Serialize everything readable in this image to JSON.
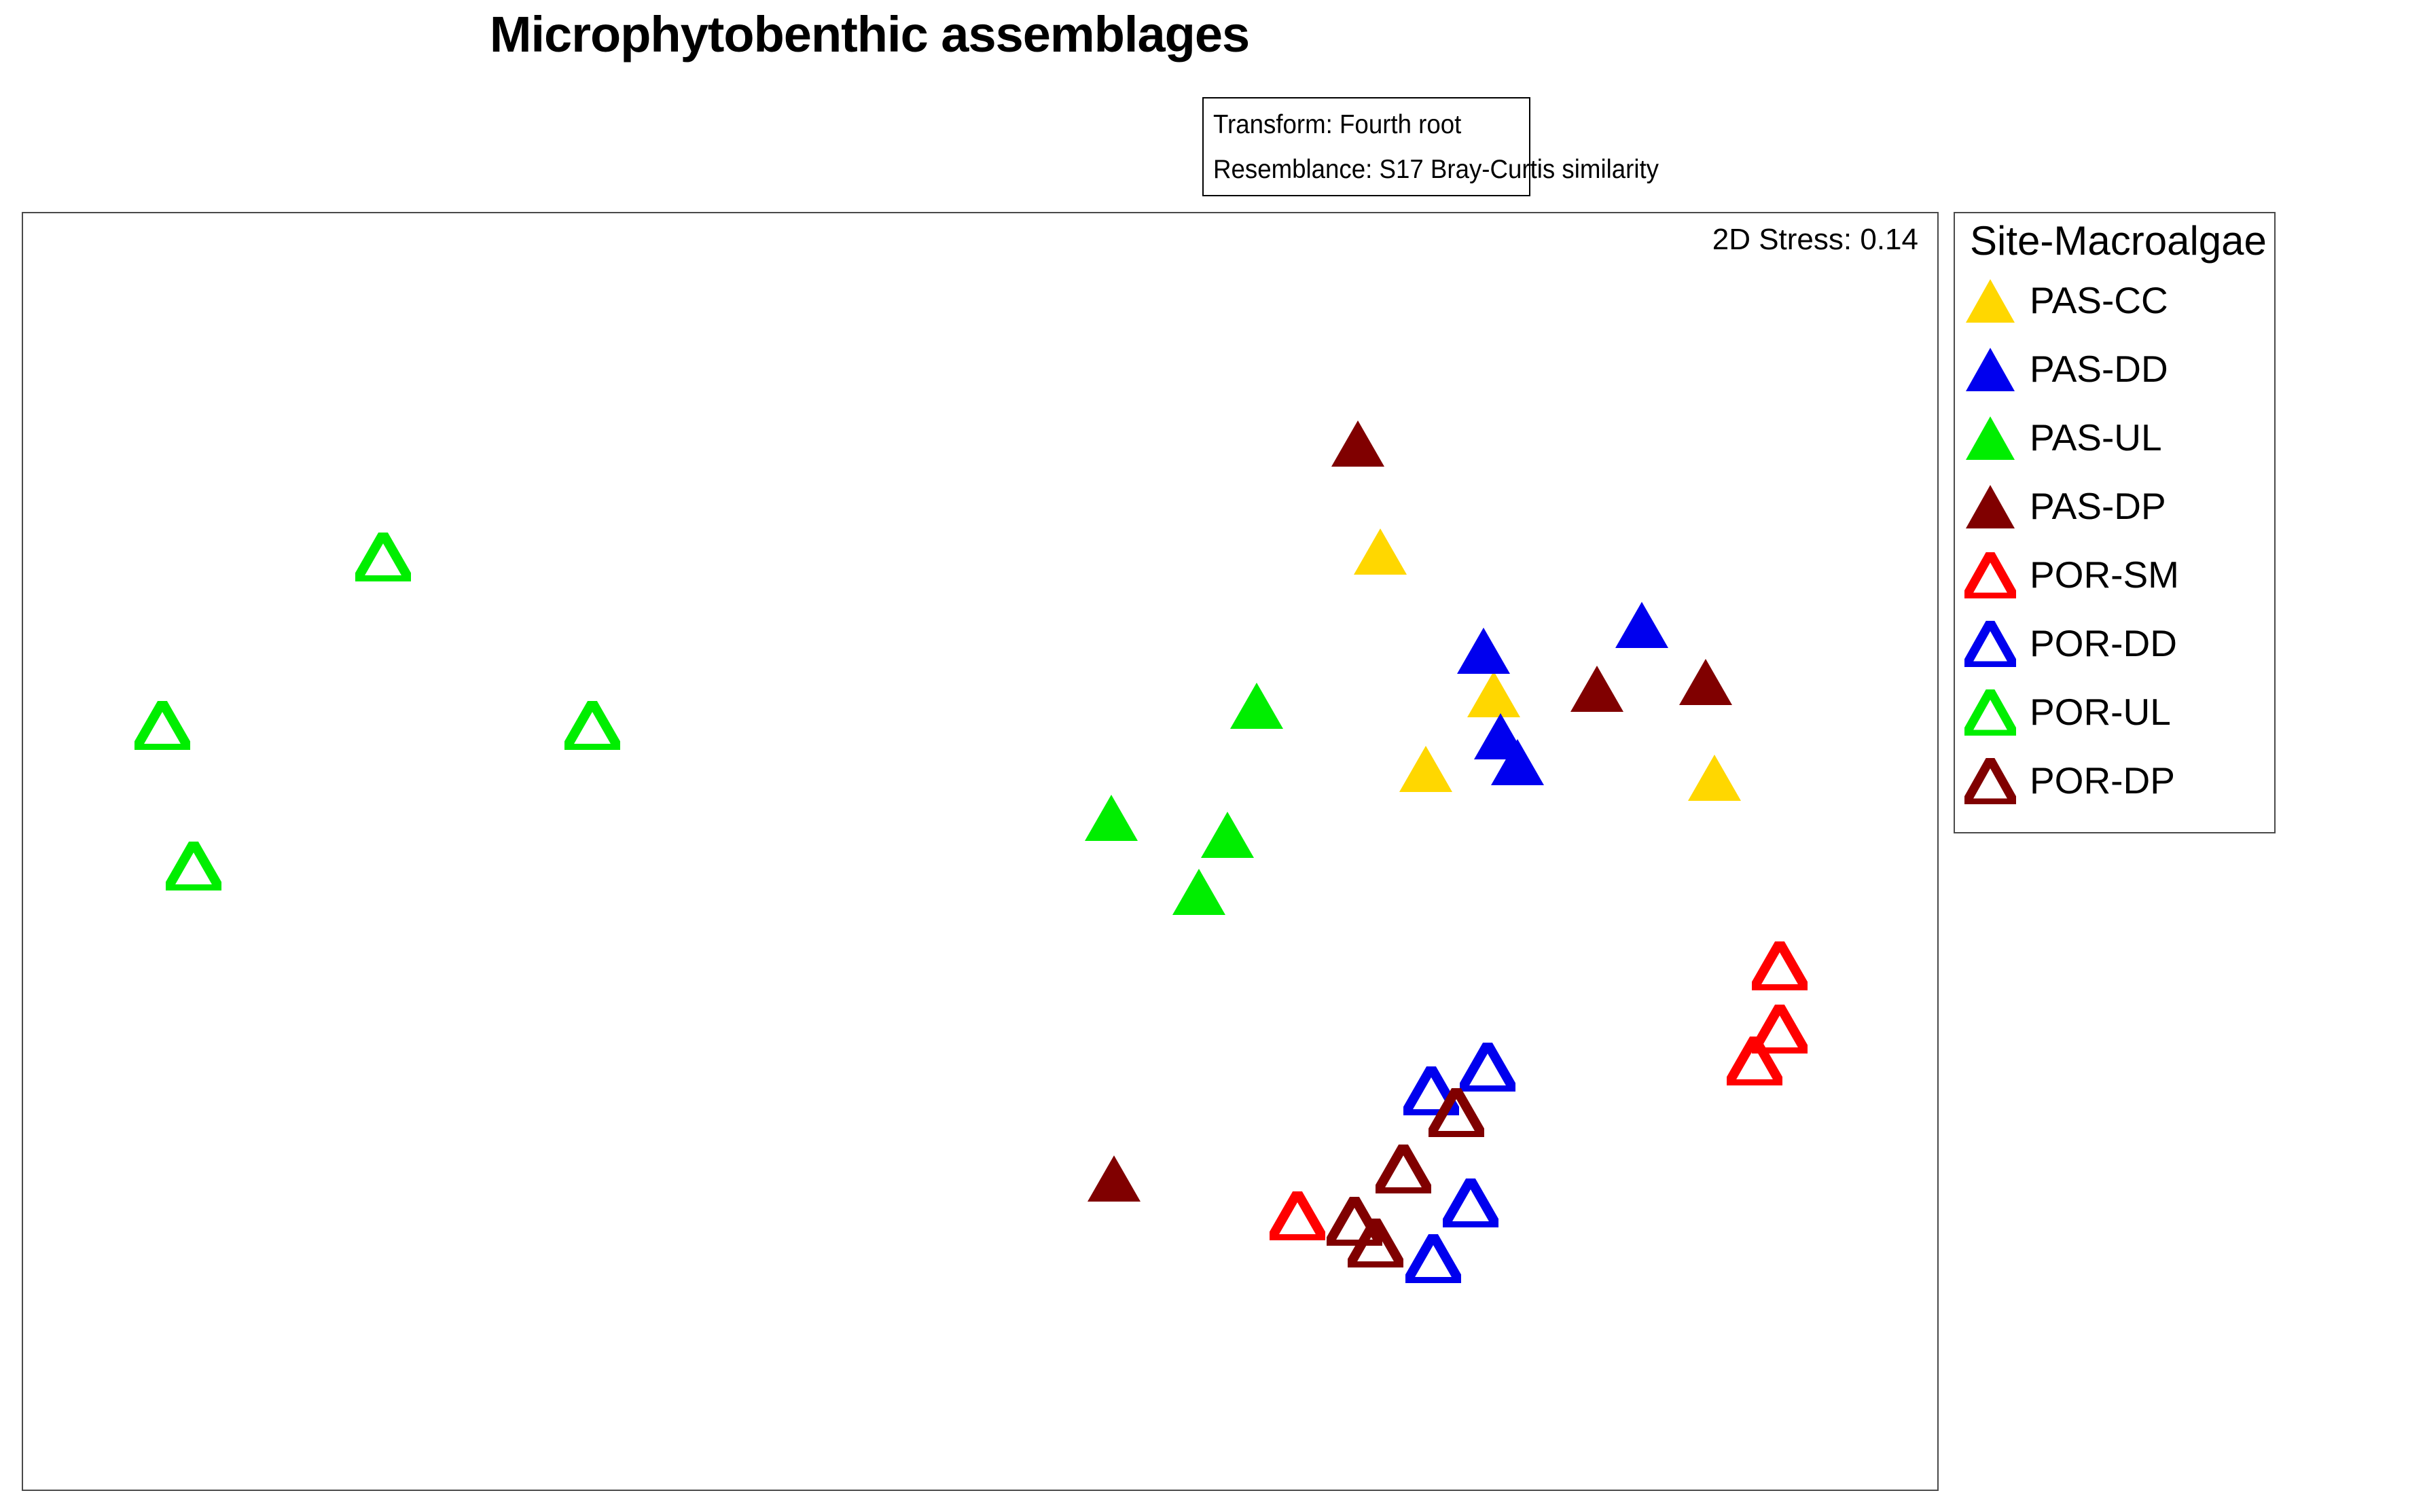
{
  "title": "Microphytobenthic assemblages",
  "info_box": {
    "transform_line": "Transform: Fourth root",
    "resemblance_line": "Resemblance: S17 Bray-Curtis similarity"
  },
  "stress_label": "2D Stress: 0.14",
  "legend": {
    "title": "Site-Macroalgae",
    "entries": [
      {
        "label": "PAS-CC",
        "color": "#FFD700",
        "style": "filled"
      },
      {
        "label": "PAS-DD",
        "color": "#0000EE",
        "style": "filled"
      },
      {
        "label": "PAS-UL",
        "color": "#00EE00",
        "style": "filled"
      },
      {
        "label": "PAS-DP",
        "color": "#800000",
        "style": "filled"
      },
      {
        "label": "POR-SM",
        "color": "#FF0000",
        "style": "outline"
      },
      {
        "label": "POR-DD",
        "color": "#0000EE",
        "style": "outline"
      },
      {
        "label": "POR-UL",
        "color": "#00EE00",
        "style": "outline"
      },
      {
        "label": "POR-DP",
        "color": "#800000",
        "style": "outline"
      }
    ]
  },
  "chart_data": {
    "type": "scatter",
    "title": "Microphytobenthic assemblages",
    "subtitle": "non-metric MDS ordination",
    "xlabel": "",
    "ylabel": "",
    "axes": "none",
    "grid": false,
    "legend_position": "right",
    "annotations": [
      "2D Stress: 0.14",
      "Transform: Fourth root",
      "Resemblance: S17 Bray-Curtis similarity"
    ],
    "marker_symbol": "triangle-up",
    "pixel_domain": {
      "x": [
        32,
        2854
      ],
      "y": [
        312,
        2195
      ]
    },
    "series": [
      {
        "name": "PAS-CC",
        "color": "#FFD700",
        "style": "filled",
        "points": [
          {
            "px": 2030,
            "py": 810
          },
          {
            "px": 2197,
            "py": 1020
          },
          {
            "px": 2097,
            "py": 1130
          },
          {
            "px": 2522,
            "py": 1143
          }
        ]
      },
      {
        "name": "PAS-DD",
        "color": "#0000EE",
        "style": "filled",
        "points": [
          {
            "px": 2182,
            "py": 956
          },
          {
            "px": 2207,
            "py": 1082
          },
          {
            "px": 2232,
            "py": 1120
          },
          {
            "px": 2415,
            "py": 918
          }
        ]
      },
      {
        "name": "PAS-UL",
        "color": "#00EE00",
        "style": "filled",
        "points": [
          {
            "px": 1848,
            "py": 1037
          },
          {
            "px": 1634,
            "py": 1202
          },
          {
            "px": 1805,
            "py": 1227
          },
          {
            "px": 1763,
            "py": 1311
          }
        ]
      },
      {
        "name": "PAS-DP",
        "color": "#800000",
        "style": "filled",
        "points": [
          {
            "px": 1997,
            "py": 651
          },
          {
            "px": 2349,
            "py": 1012
          },
          {
            "px": 2509,
            "py": 1002
          },
          {
            "px": 1638,
            "py": 1733
          }
        ]
      },
      {
        "name": "POR-SM",
        "color": "#FF0000",
        "style": "outline",
        "points": [
          {
            "px": 2618,
            "py": 1420
          },
          {
            "px": 2618,
            "py": 1513
          },
          {
            "px": 2581,
            "py": 1560
          },
          {
            "px": 1908,
            "py": 1788
          }
        ]
      },
      {
        "name": "POR-DD",
        "color": "#0000EE",
        "style": "outline",
        "points": [
          {
            "px": 2105,
            "py": 1604
          },
          {
            "px": 2188,
            "py": 1569
          },
          {
            "px": 2163,
            "py": 1769
          },
          {
            "px": 2108,
            "py": 1851
          }
        ]
      },
      {
        "name": "POR-UL",
        "color": "#00EE00",
        "style": "outline",
        "points": [
          {
            "px": 562,
            "py": 818
          },
          {
            "px": 237,
            "py": 1066
          },
          {
            "px": 283,
            "py": 1273
          },
          {
            "px": 870,
            "py": 1066
          }
        ]
      },
      {
        "name": "POR-DP",
        "color": "#800000",
        "style": "outline",
        "points": [
          {
            "px": 2142,
            "py": 1636
          },
          {
            "px": 2064,
            "py": 1719
          },
          {
            "px": 1992,
            "py": 1796
          },
          {
            "px": 2023,
            "py": 1828
          }
        ]
      }
    ]
  }
}
